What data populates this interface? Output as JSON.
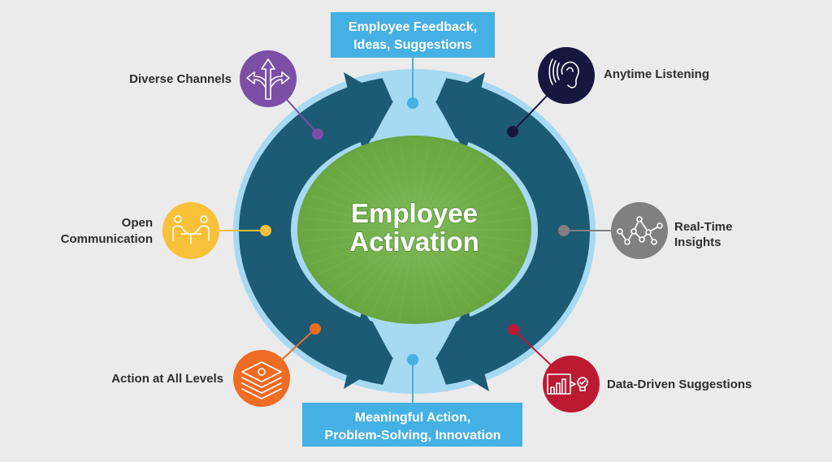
{
  "center": {
    "line1": "Employee",
    "line2": "Activation"
  },
  "top_box": {
    "line1": "Employee Feedback,",
    "line2": "Ideas, Suggestions"
  },
  "bottom_box": {
    "line1": "Meaningful Action,",
    "line2": "Problem-Solving, Innovation"
  },
  "items": [
    {
      "label": "Diverse Channels",
      "icon": "split-arrows-icon",
      "color": "#7b4fa6"
    },
    {
      "label": "Anytime Listening",
      "icon": "ear-icon",
      "color": "#15173f"
    },
    {
      "label1": "Open",
      "label2": "Communication",
      "icon": "meeting-icon",
      "color": "#f9c03a"
    },
    {
      "label1": "Real-Time",
      "label2": "Insights",
      "icon": "network-graph-icon",
      "color": "#808080"
    },
    {
      "label": "Action at All Levels",
      "icon": "layers-icon",
      "color": "#ef6c23"
    },
    {
      "label": "Data-Driven Suggestions",
      "icon": "chart-to-idea-icon",
      "color": "#bc1a33"
    }
  ],
  "colors": {
    "ring": "#1d5a73",
    "light_blue": "#a6d9f2",
    "box": "#45b0e3",
    "green": "#6aa842",
    "background": "#ebebeb"
  }
}
